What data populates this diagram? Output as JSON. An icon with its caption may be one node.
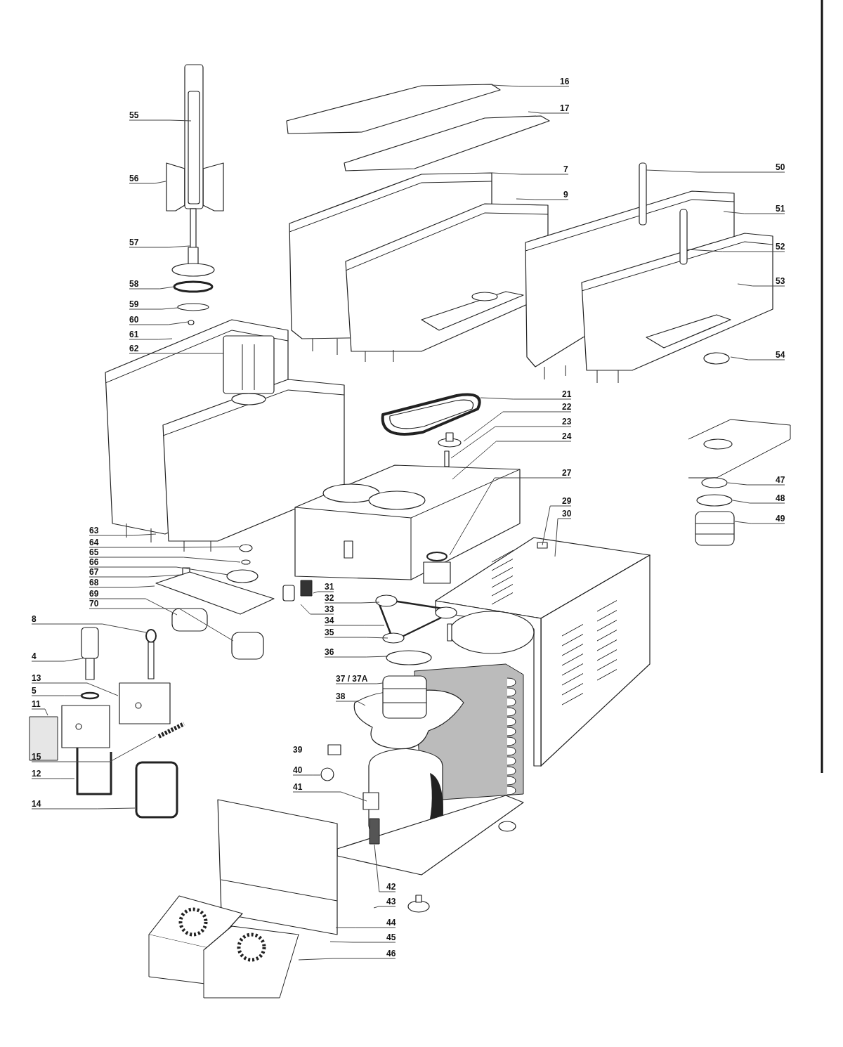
{
  "diagram": {
    "nodes": [
      {
        "text": [
          "55"
        ]
      },
      {
        "text": [
          "56"
        ]
      },
      {
        "text": [
          "57"
        ]
      },
      {
        "text": [
          "58"
        ]
      },
      {
        "text": [
          "59"
        ]
      },
      {
        "text": [
          "60"
        ]
      },
      {
        "text": [
          "61"
        ]
      },
      {
        "text": [
          "62"
        ]
      },
      {
        "text": [
          "16"
        ]
      },
      {
        "text": [
          "17"
        ]
      },
      {
        "text": [
          "7"
        ]
      },
      {
        "text": [
          "9"
        ]
      },
      {
        "text": [
          "50"
        ]
      },
      {
        "text": [
          "51"
        ]
      },
      {
        "text": [
          "52"
        ]
      },
      {
        "text": [
          "53"
        ]
      },
      {
        "text": [
          "54"
        ]
      },
      {
        "text": [
          "21"
        ]
      },
      {
        "text": [
          "22"
        ]
      },
      {
        "text": [
          "23"
        ]
      },
      {
        "text": [
          "24"
        ]
      },
      {
        "text": [
          "27"
        ]
      },
      {
        "text": [
          "29"
        ]
      },
      {
        "text": [
          "30"
        ]
      },
      {
        "text": [
          "47"
        ]
      },
      {
        "text": [
          "48"
        ]
      },
      {
        "text": [
          "49"
        ]
      },
      {
        "text": [
          "63"
        ]
      },
      {
        "text": [
          "64"
        ]
      },
      {
        "text": [
          "65"
        ]
      },
      {
        "text": [
          "66"
        ]
      },
      {
        "text": [
          "67"
        ]
      },
      {
        "text": [
          "68"
        ]
      },
      {
        "text": [
          "69"
        ]
      },
      {
        "text": [
          "70"
        ]
      },
      {
        "text": [
          "31"
        ]
      },
      {
        "text": [
          "32"
        ]
      },
      {
        "text": [
          "33"
        ]
      },
      {
        "text": [
          "34"
        ]
      },
      {
        "text": [
          "35"
        ]
      },
      {
        "text": [
          "36"
        ]
      },
      {
        "text": [
          "37 / 37A"
        ]
      },
      {
        "text": [
          "38"
        ]
      },
      {
        "text": [
          "40"
        ]
      },
      {
        "text": [
          "41"
        ]
      },
      {
        "text": [
          "42"
        ]
      },
      {
        "text": [
          "43"
        ]
      },
      {
        "text": [
          "44"
        ]
      },
      {
        "text": [
          "45"
        ]
      },
      {
        "text": [
          "46"
        ]
      },
      {
        "text": [
          "8"
        ]
      },
      {
        "text": [
          "4"
        ]
      },
      {
        "text": [
          "13"
        ]
      },
      {
        "text": [
          "5"
        ]
      },
      {
        "text": [
          "11"
        ]
      },
      {
        "text": [
          "15"
        ]
      },
      {
        "text": [
          "12"
        ]
      },
      {
        "text": [
          "14"
        ]
      }
    ],
    "edges": [
      {
        "from": 0,
        "to": null,
        "arrow": "none"
      },
      {
        "from": 1,
        "to": null,
        "arrow": "none"
      },
      {
        "from": 2,
        "to": null,
        "arrow": "none"
      },
      {
        "from": 3,
        "to": null,
        "arrow": "none"
      },
      {
        "from": 4,
        "to": null,
        "arrow": "none"
      },
      {
        "from": 5,
        "to": null,
        "arrow": "none"
      },
      {
        "from": 6,
        "to": null,
        "arrow": "none"
      },
      {
        "from": 7,
        "to": null,
        "arrow": "none"
      },
      {
        "from": 8,
        "to": null,
        "arrow": "none"
      },
      {
        "from": 9,
        "to": null,
        "arrow": "none"
      },
      {
        "from": 10,
        "to": null,
        "arrow": "none"
      },
      {
        "from": 11,
        "to": null,
        "arrow": "none"
      },
      {
        "from": 12,
        "to": null,
        "arrow": "none"
      },
      {
        "from": 13,
        "to": null,
        "arrow": "none"
      },
      {
        "from": 14,
        "to": null,
        "arrow": "none"
      },
      {
        "from": 15,
        "to": null,
        "arrow": "none"
      },
      {
        "from": 16,
        "to": null,
        "arrow": "none"
      },
      {
        "from": 17,
        "to": null,
        "arrow": "none"
      },
      {
        "from": 18,
        "to": null,
        "arrow": "none"
      },
      {
        "from": 19,
        "to": null,
        "arrow": "none"
      },
      {
        "from": 20,
        "to": null,
        "arrow": "none"
      },
      {
        "from": 21,
        "to": null,
        "arrow": "none"
      },
      {
        "from": 22,
        "to": null,
        "arrow": "none"
      },
      {
        "from": 23,
        "to": null,
        "arrow": "none"
      },
      {
        "from": 24,
        "to": null,
        "arrow": "none"
      },
      {
        "from": 25,
        "to": null,
        "arrow": "none"
      },
      {
        "from": 26,
        "to": null,
        "arrow": "none"
      },
      {
        "from": 27,
        "to": null,
        "arrow": "none"
      },
      {
        "from": 28,
        "to": null,
        "arrow": "none"
      },
      {
        "from": 29,
        "to": null,
        "arrow": "none"
      },
      {
        "from": 30,
        "to": null,
        "arrow": "none"
      },
      {
        "from": 31,
        "to": null,
        "arrow": "none"
      },
      {
        "from": 32,
        "to": null,
        "arrow": "none"
      },
      {
        "from": 33,
        "to": null,
        "arrow": "none"
      },
      {
        "from": 34,
        "to": null,
        "arrow": "none"
      },
      {
        "from": 35,
        "to": null,
        "arrow": "none"
      },
      {
        "from": 36,
        "to": null,
        "arrow": "none"
      },
      {
        "from": 37,
        "to": null,
        "arrow": "none"
      },
      {
        "from": 38,
        "to": null,
        "arrow": "none"
      },
      {
        "from": 39,
        "to": null,
        "arrow": "none"
      },
      {
        "from": 40,
        "to": null,
        "arrow": "none"
      },
      {
        "from": 41,
        "to": null,
        "arrow": "none"
      },
      {
        "from": 42,
        "to": null,
        "arrow": "none"
      },
      {
        "from": 43,
        "to": null,
        "arrow": "none"
      },
      {
        "from": 44,
        "to": null,
        "arrow": "none"
      },
      {
        "from": 45,
        "to": null,
        "arrow": "none"
      },
      {
        "from": 46,
        "to": null,
        "arrow": "none"
      },
      {
        "from": 47,
        "to": null,
        "arrow": "none"
      },
      {
        "from": 48,
        "to": null,
        "arrow": "none"
      },
      {
        "from": 49,
        "to": null,
        "arrow": "none"
      },
      {
        "from": 50,
        "to": null,
        "arrow": "none"
      },
      {
        "from": 51,
        "to": null,
        "arrow": "none"
      },
      {
        "from": 52,
        "to": null,
        "arrow": "none"
      },
      {
        "from": 53,
        "to": null,
        "arrow": "none"
      },
      {
        "from": 54,
        "to": null,
        "arrow": "none"
      },
      {
        "from": 55,
        "to": null,
        "arrow": "none"
      },
      {
        "from": 56,
        "to": null,
        "arrow": "none"
      },
      {
        "from": 57,
        "to": null,
        "arrow": "none"
      }
    ],
    "labels": [
      "39"
    ]
  }
}
